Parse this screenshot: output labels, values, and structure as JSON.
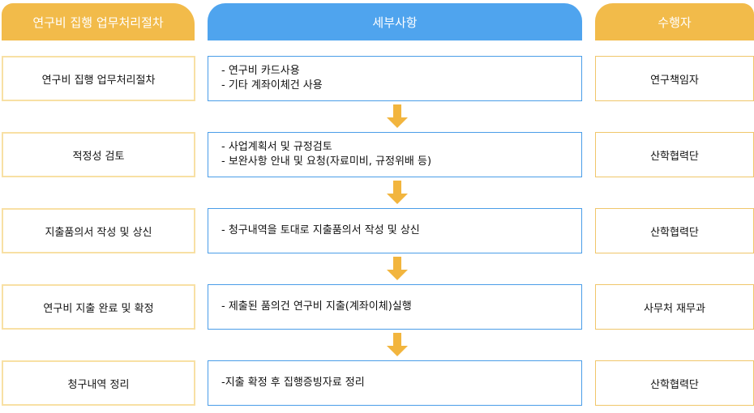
{
  "headers": {
    "procedure": "연구비 집행 업무처리절차",
    "details": "세부사항",
    "performer": "수행자"
  },
  "rows": [
    {
      "procedure": "연구비 집행 업무처리절차",
      "details": [
        "- 연구비 카드사용",
        "- 기타 계좌이체건 사용"
      ],
      "performer": "연구책임자"
    },
    {
      "procedure": "적정성 검토",
      "details": [
        "- 사업계획서 및 규정검토",
        "- 보완사항 안내 및 요청(자료미비, 규정위배 등)"
      ],
      "performer": "산학협력단"
    },
    {
      "procedure": "지출품의서 작성 및 상신",
      "details": [
        "- 청구내역을 토대로 지출품의서 작성 및 상신"
      ],
      "performer": "산학협력단"
    },
    {
      "procedure": "연구비 지출 완료 및 확정",
      "details": [
        "- 제출된 품의건 연구비 지출(계좌이체)실행"
      ],
      "performer": "사무처 재무과"
    },
    {
      "procedure": "청구내역 정리",
      "details": [
        "-지출 확정 후 집행증빙자료 정리"
      ],
      "performer": "산학협력단"
    }
  ]
}
